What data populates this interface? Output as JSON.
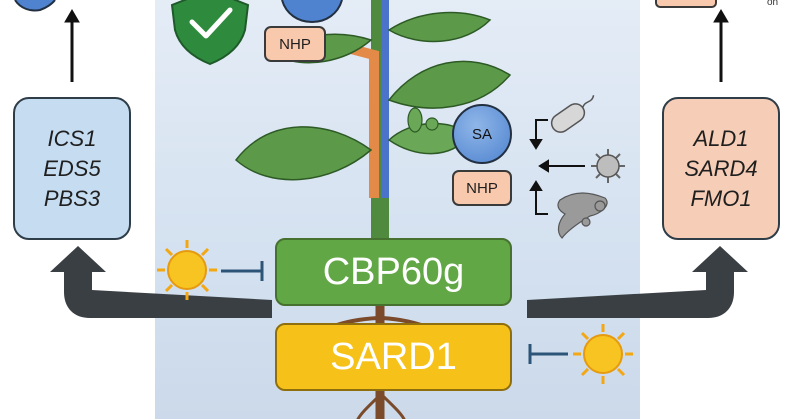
{
  "left_genes": [
    "ICS1",
    "EDS5",
    "PBS3"
  ],
  "right_genes": [
    "ALD1",
    "SARD4",
    "FMO1"
  ],
  "cbp60g_label": "CBP60g",
  "sard1_label": "SARD1",
  "sa_label": "SA",
  "nhp_label": "NHP",
  "nhp_top_label": "NHP",
  "top_right_fragment": "on",
  "colors": {
    "salicylic_pathway": "#c5dcf1",
    "nhp_pathway": "#f6cdb6",
    "cbp60g": "#62a745",
    "sard1": "#f6c21a",
    "arrow": "#3a3f44"
  },
  "icons": [
    "shield-check-icon",
    "sun-icon",
    "bacterium-icon",
    "virus-icon",
    "fungus-icon"
  ]
}
